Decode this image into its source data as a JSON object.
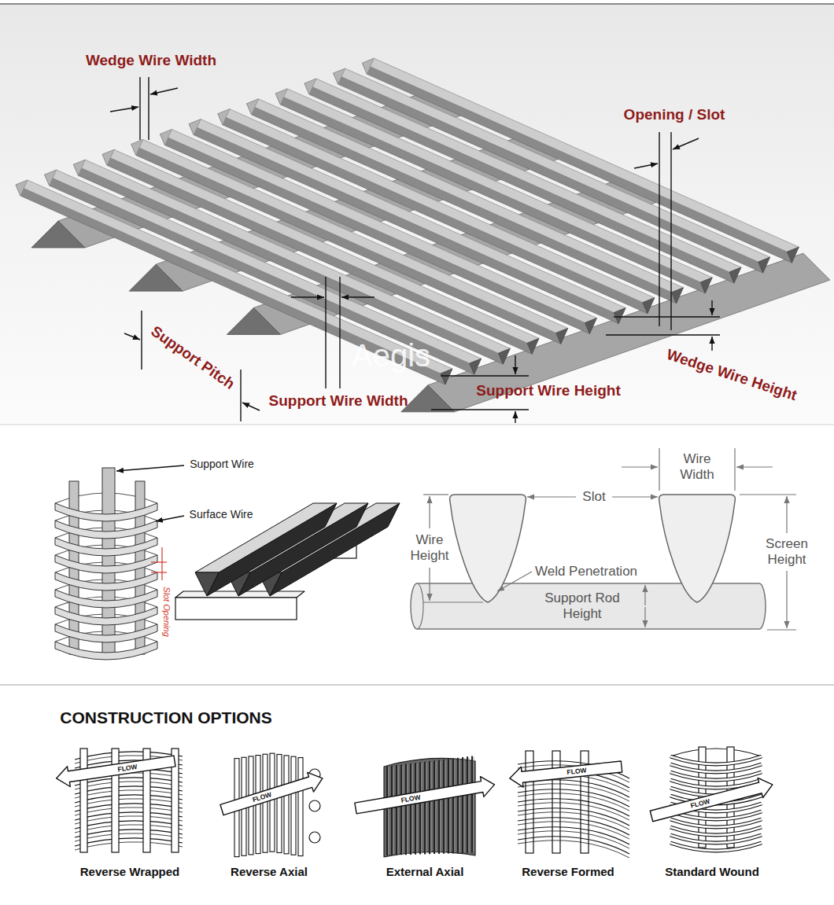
{
  "diagram": {
    "labels": [
      "Wedge Wire Width",
      "Opening / Slot",
      "Support Pitch",
      "Support Wire Width",
      "Support Wire Height",
      "Wedge Wire Height",
      "Aegis",
      "Support Wire",
      "Surface Wire",
      "Slot Opening",
      "Wire Width",
      "Slot",
      "Wire Height",
      "Weld Penetration",
      "Support Rod Height",
      "Screen Height",
      "CONSTRUCTION OPTIONS",
      "FLOW",
      "FLOW",
      "FLOW",
      "FLOW",
      "FLOW",
      "Reverse Wrapped",
      "Reverse Axial",
      "External Axial",
      "Reverse Formed",
      "Standard Wound"
    ]
  }
}
